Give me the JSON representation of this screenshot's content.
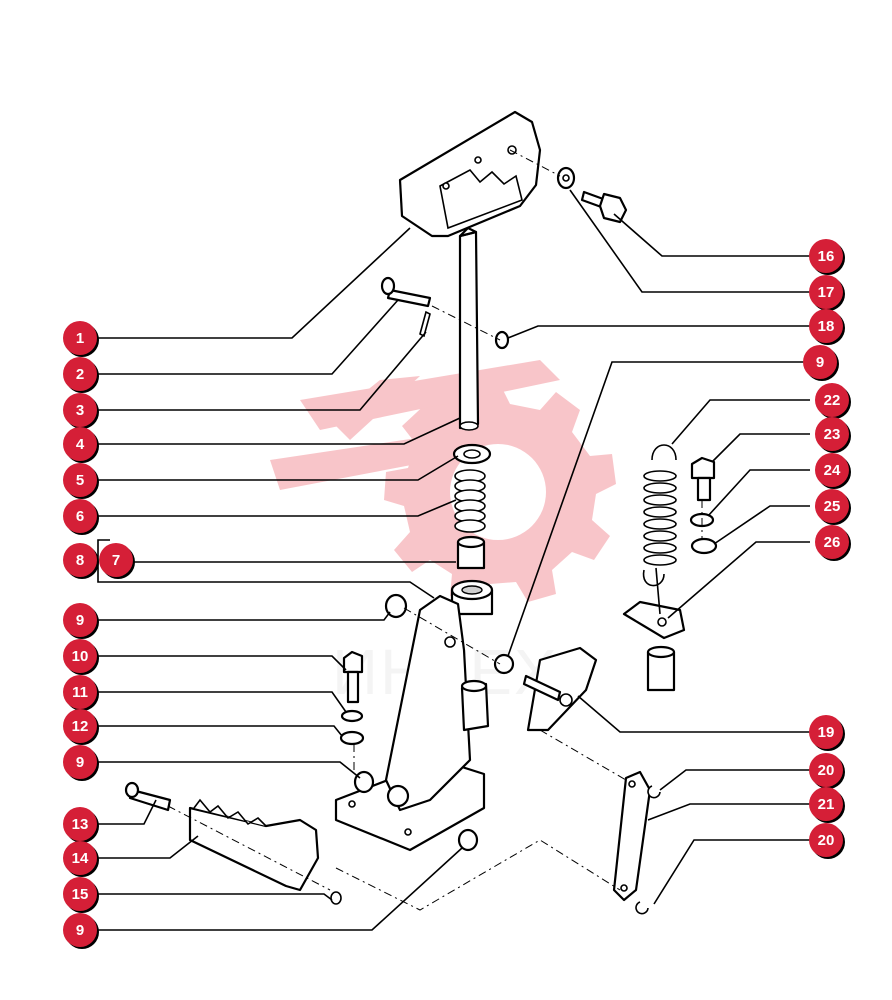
{
  "watermark": {
    "text": "ИНТЕХ",
    "color": "#e8323f",
    "icon": "gear-logo-icon"
  },
  "badge_color": "#d51f37",
  "callouts": [
    {
      "id": "c1",
      "number": "1"
    },
    {
      "id": "c2",
      "number": "2"
    },
    {
      "id": "c3",
      "number": "3"
    },
    {
      "id": "c4",
      "number": "4"
    },
    {
      "id": "c5",
      "number": "5"
    },
    {
      "id": "c6",
      "number": "6"
    },
    {
      "id": "c7",
      "number": "7"
    },
    {
      "id": "c8",
      "number": "8"
    },
    {
      "id": "c9a",
      "number": "9"
    },
    {
      "id": "c10",
      "number": "10"
    },
    {
      "id": "c11",
      "number": "11"
    },
    {
      "id": "c12",
      "number": "12"
    },
    {
      "id": "c9b",
      "number": "9"
    },
    {
      "id": "c13",
      "number": "13"
    },
    {
      "id": "c14",
      "number": "14"
    },
    {
      "id": "c15",
      "number": "15"
    },
    {
      "id": "c9c",
      "number": "9"
    },
    {
      "id": "c16",
      "number": "16"
    },
    {
      "id": "c17",
      "number": "17"
    },
    {
      "id": "c18",
      "number": "18"
    },
    {
      "id": "c9d",
      "number": "9"
    },
    {
      "id": "c22",
      "number": "22"
    },
    {
      "id": "c23",
      "number": "23"
    },
    {
      "id": "c24",
      "number": "24"
    },
    {
      "id": "c25",
      "number": "25"
    },
    {
      "id": "c26",
      "number": "26"
    },
    {
      "id": "c19",
      "number": "19"
    },
    {
      "id": "c20a",
      "number": "20"
    },
    {
      "id": "c21",
      "number": "21"
    },
    {
      "id": "c20b",
      "number": "20"
    }
  ]
}
